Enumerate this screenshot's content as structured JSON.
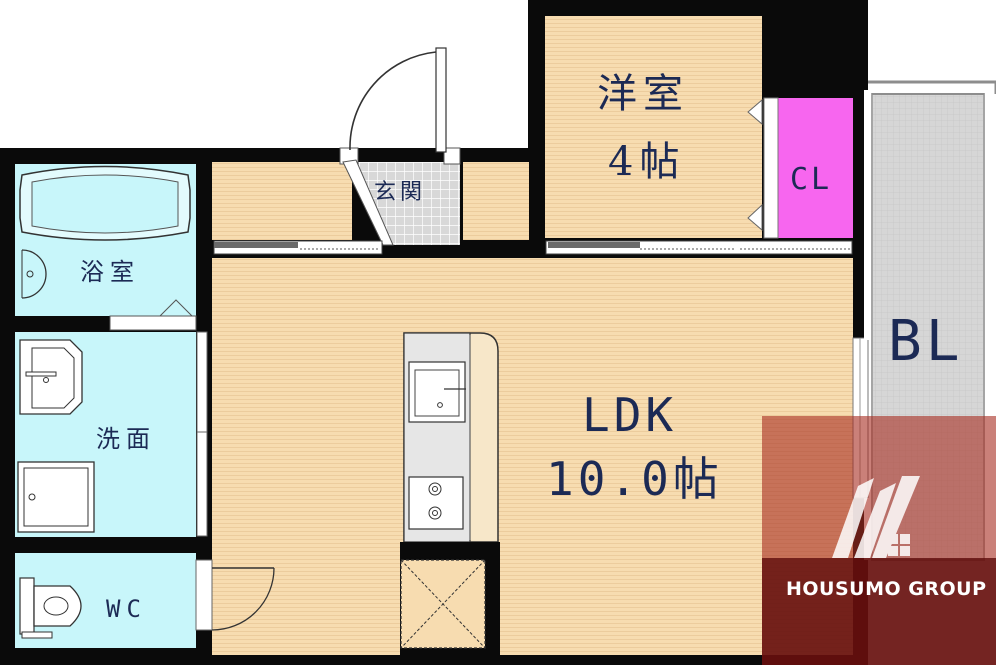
{
  "rooms": {
    "western_room": {
      "name": "洋室",
      "size": "4帖"
    },
    "closet": {
      "name": "CL"
    },
    "entrance": {
      "name": "玄関"
    },
    "bath": {
      "name": "浴室"
    },
    "washroom": {
      "name": "洗面"
    },
    "toilet": {
      "name": "WC"
    },
    "ldk": {
      "name": "LDK",
      "size": "10.0帖"
    },
    "balcony": {
      "name": "BL"
    }
  },
  "watermark": {
    "brand": "HOUSUMO GROUP"
  },
  "colors": {
    "wall": "#0a0a0a",
    "floor_wood": "#f7dcb0",
    "floor_line": "#e8c595",
    "wet_area": "#c8f6fa",
    "closet": "#f766ef",
    "entrance_tile": "#d0d0d0",
    "balcony": "#d4d4d4",
    "text": "#1c2a55",
    "logo_bg": "#7a1616"
  }
}
